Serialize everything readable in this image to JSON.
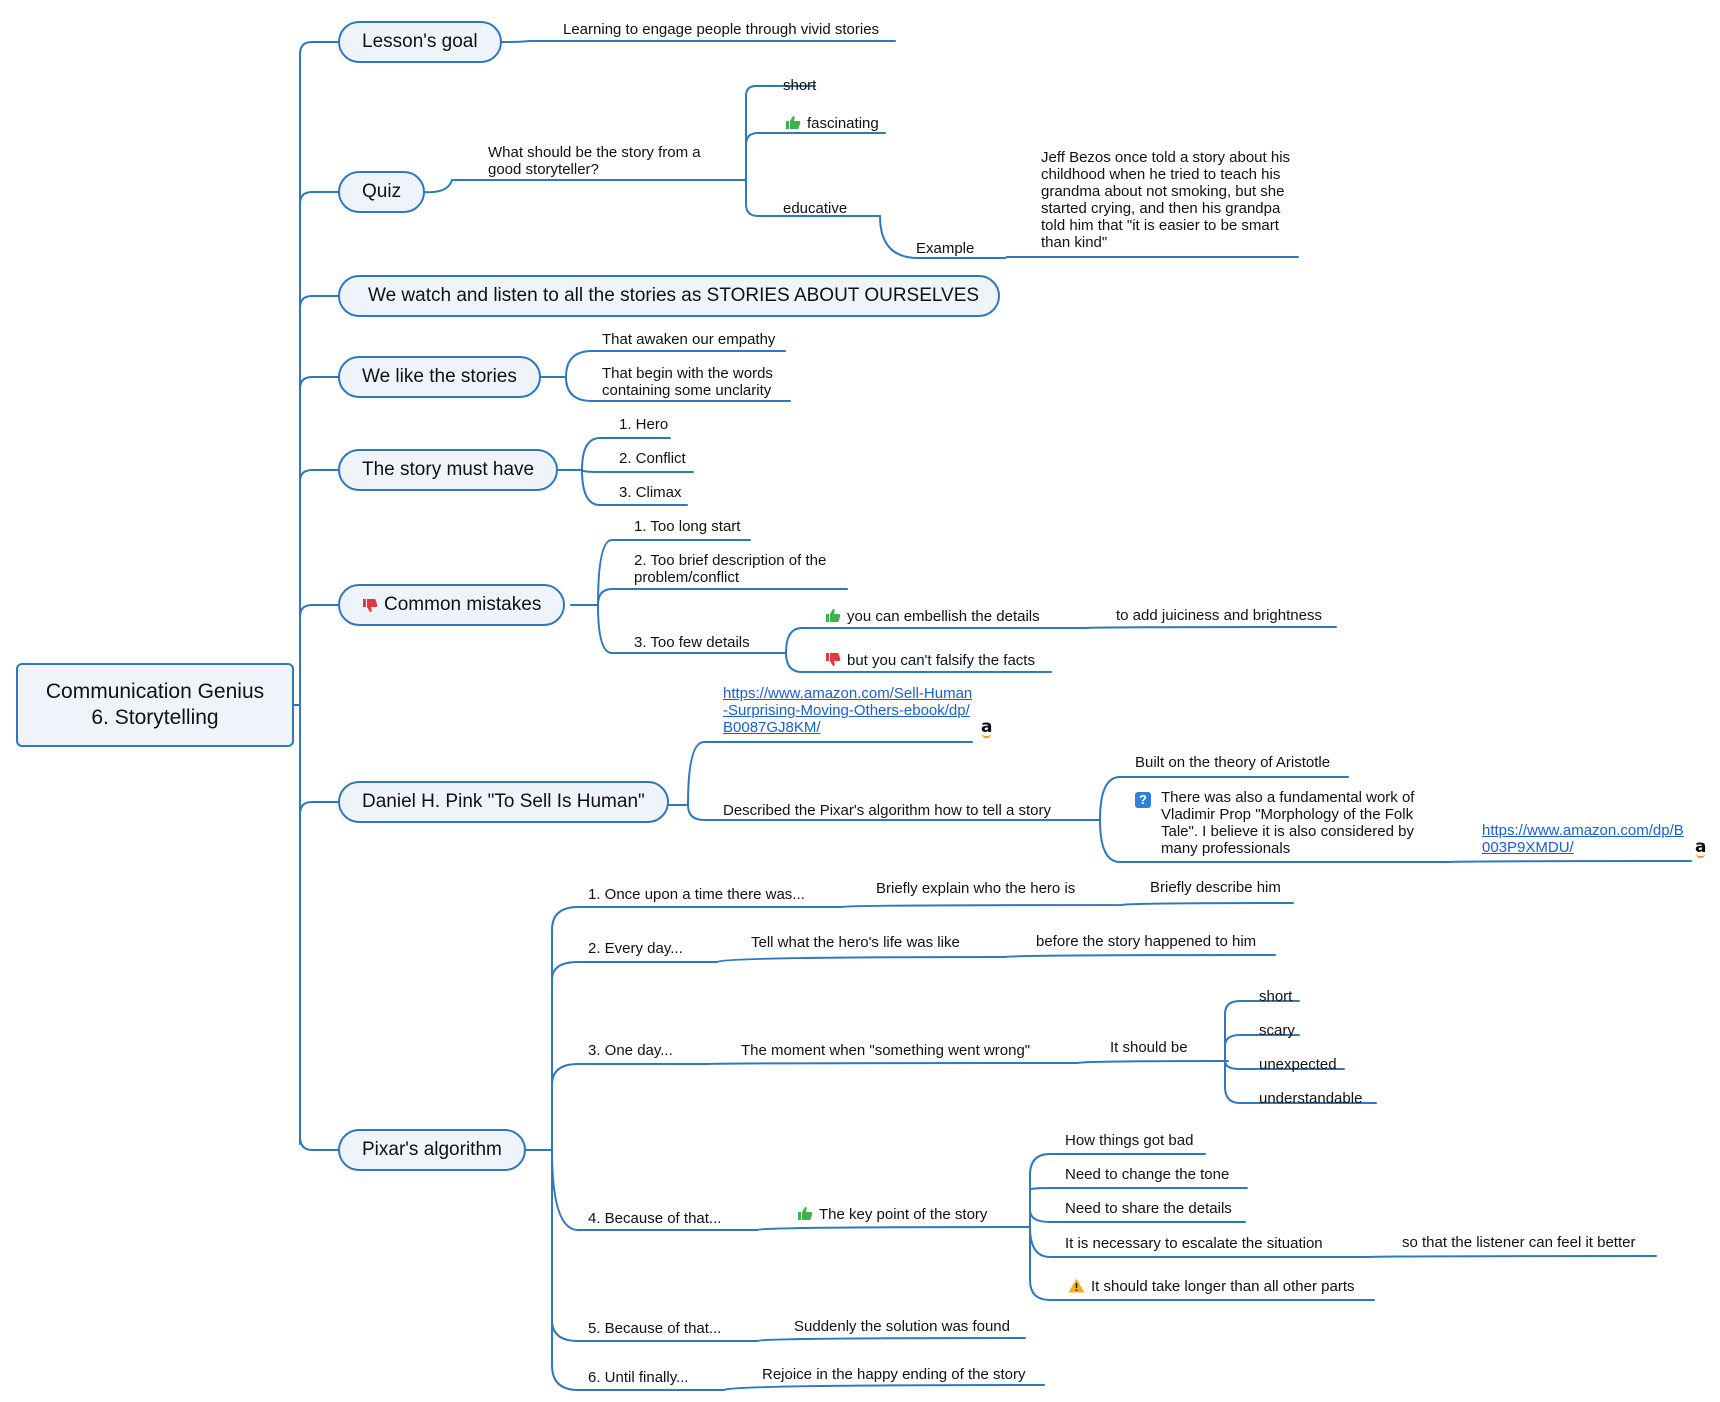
{
  "root": {
    "line1": "Communication Genius",
    "line2": "6. Storytelling"
  },
  "branches": {
    "goal": {
      "label": "Lesson's goal",
      "detail": "Learning to engage people through vivid stories"
    },
    "quiz": {
      "label": "Quiz",
      "question": "What should be the story from a good storyteller?",
      "answers": [
        "short",
        "fascinating",
        "educative"
      ],
      "example_label": "Example",
      "example_text": "Jeff Bezos once told a story about his childhood when he tried to teach his grandma about not smoking, but she started crying, and then his grandpa told him that \"it is easier to be smart than kind\""
    },
    "ourselves": {
      "label": "We watch and listen to all the stories as STORIES ABOUT OURSELVES"
    },
    "like": {
      "label": "We like the stories",
      "items": [
        "That awaken our empathy",
        "That begin with the words containing some unclarity"
      ]
    },
    "must": {
      "label": "The story must have",
      "items": [
        "1. Hero",
        "2. Conflict",
        "3. Climax"
      ]
    },
    "mistakes": {
      "label": "Common mistakes",
      "items": [
        "1. Too long start",
        "2. Too brief description of the problem/conflict",
        "3. Too few details"
      ],
      "details_pro": "you can embellish the details",
      "details_pro_note": "to add juiciness and brightness",
      "details_con": "but you can't falsify the facts"
    },
    "pink": {
      "label": "Daniel H. Pink \"To Sell Is Human\"",
      "link": "https://www.amazon.com/Sell-Human-Surprising-Moving-Others-ebook/dp/B0087GJ8KM/",
      "described": "Described the Pixar's algorithm how to tell a story",
      "aristotle": "Built on the theory of Aristotle",
      "propp": "There was also a fundamental work of Vladimir Prop \"Morphology of the Folk Tale\". I believe it is also considered by many professionals",
      "propp_link": "https://www.amazon.com/dp/B003P9XMDU/",
      "amazon_glyph": "a"
    },
    "pixar": {
      "label": "Pixar's algorithm",
      "steps": [
        {
          "label": "1. Once upon a time there was...",
          "n1": "Briefly explain who the hero is",
          "n2": "Briefly describe him"
        },
        {
          "label": "2. Every day...",
          "n1": "Tell what the hero's life was like",
          "n2": "before the story happened to him"
        },
        {
          "label": "3. One day...",
          "n1": "The moment when \"something went wrong\"",
          "n2": "It should be",
          "qualities": [
            "short",
            "scary",
            "unexpected",
            "understandable"
          ]
        },
        {
          "label": "4. Because of that...",
          "n1": "The key point of the story",
          "subs": [
            "How things got bad",
            "Need to change the tone",
            "Need to share the details",
            "It is necessary to escalate the situation",
            "It should take longer than all other parts"
          ],
          "escalate_note": "so that the listener can feel it better"
        },
        {
          "label": "5. Because of that...",
          "n1": "Suddenly the solution was found"
        },
        {
          "label": "6. Until finally...",
          "n1": "Rejoice in the happy ending of the story"
        }
      ]
    }
  },
  "colors": {
    "line": "#2f78bd",
    "node_fill": "#eef4fa",
    "thumb_up": "#3cb44b",
    "thumb_down": "#e0393e",
    "link": "#1a5fd1",
    "warning": "#f2b01e"
  },
  "icons": {
    "pro": "thumbs-up-icon",
    "con": "thumbs-down-icon",
    "question": "question-icon",
    "warning": "warning-icon",
    "amazon": "amazon-icon"
  }
}
